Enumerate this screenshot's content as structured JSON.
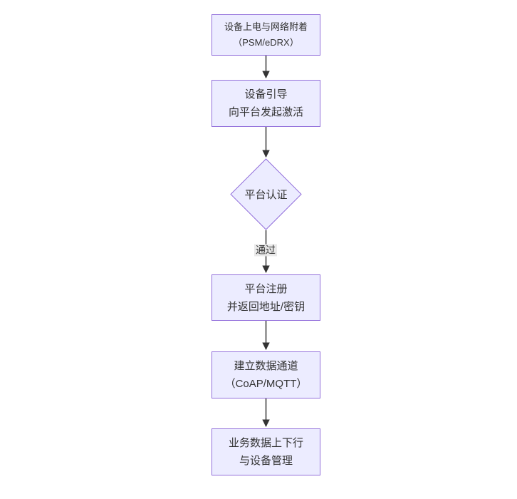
{
  "diagram": {
    "kind": "flowchart",
    "direction": "top-to-bottom",
    "nodes": [
      {
        "id": "power-on",
        "shape": "rectangle",
        "line1": "设备上电与网络附着",
        "line2": "（PSM/eDRX）"
      },
      {
        "id": "bootstrap",
        "shape": "rectangle",
        "line1": "设备引导",
        "line2": "向平台发起激活"
      },
      {
        "id": "auth",
        "shape": "diamond",
        "line1": "平台认证",
        "line2": ""
      },
      {
        "id": "register",
        "shape": "rectangle",
        "line1": "平台注册",
        "line2": "并返回地址/密钥"
      },
      {
        "id": "channel",
        "shape": "rectangle",
        "line1": "建立数据通道",
        "line2": "（CoAP/MQTT）"
      },
      {
        "id": "business",
        "shape": "rectangle",
        "line1": "业务数据上下行",
        "line2": "与设备管理"
      }
    ],
    "edges": [
      {
        "from": "power-on",
        "to": "bootstrap",
        "label": ""
      },
      {
        "from": "bootstrap",
        "to": "auth",
        "label": ""
      },
      {
        "from": "auth",
        "to": "register",
        "label": "通过"
      },
      {
        "from": "register",
        "to": "channel",
        "label": ""
      },
      {
        "from": "channel",
        "to": "business",
        "label": ""
      }
    ],
    "colors": {
      "node_fill": "#ECECFF",
      "node_border": "#9370DB",
      "arrow": "#333333",
      "text": "#333333",
      "edge_label_bg": "#E8E8E8",
      "background": "#FFFFFF"
    }
  }
}
